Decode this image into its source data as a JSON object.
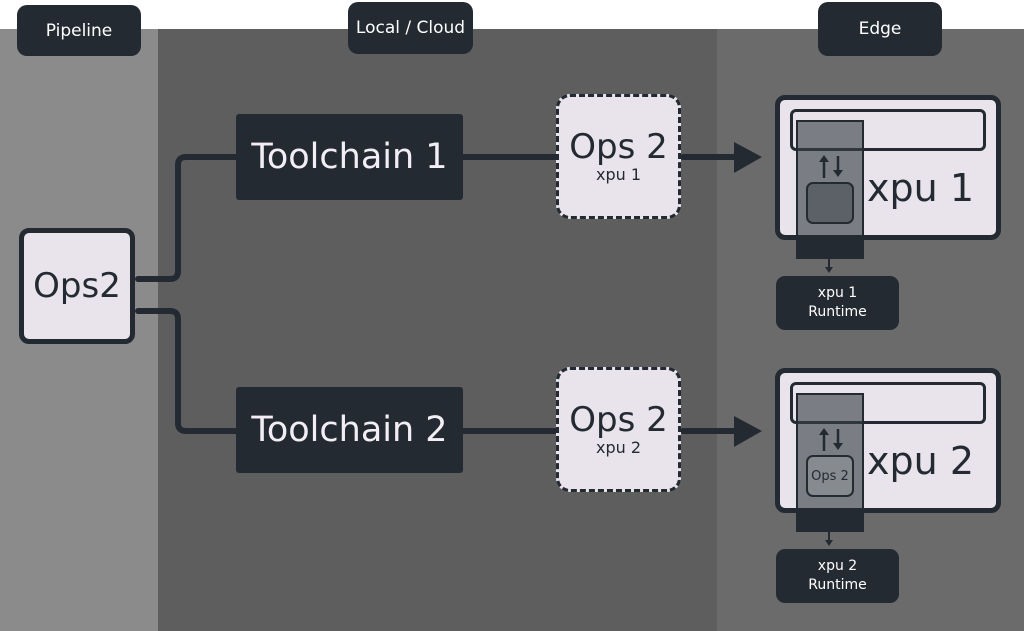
{
  "headers": {
    "pipeline": "Pipeline",
    "local_cloud": "Local / Cloud",
    "edge": "Edge"
  },
  "source": {
    "label": "Ops2"
  },
  "branches": [
    {
      "toolchain": "Toolchain 1",
      "artifact_title": "Ops 2",
      "artifact_sub": "xpu 1",
      "device": "xpu 1",
      "chip_label": "",
      "runtime_line1": "xpu 1",
      "runtime_line2": "Runtime"
    },
    {
      "toolchain": "Toolchain 2",
      "artifact_title": "Ops 2",
      "artifact_sub": "xpu 2",
      "device": "xpu 2",
      "chip_label": "Ops 2",
      "runtime_line1": "xpu 2",
      "runtime_line2": "Runtime"
    }
  ],
  "colors": {
    "dark": "#232a31",
    "light": "#e9e4ec",
    "pipeline_band": "#8b8b8b",
    "local_band": "#5e5e5e",
    "edge_band": "#6b6b6b"
  }
}
